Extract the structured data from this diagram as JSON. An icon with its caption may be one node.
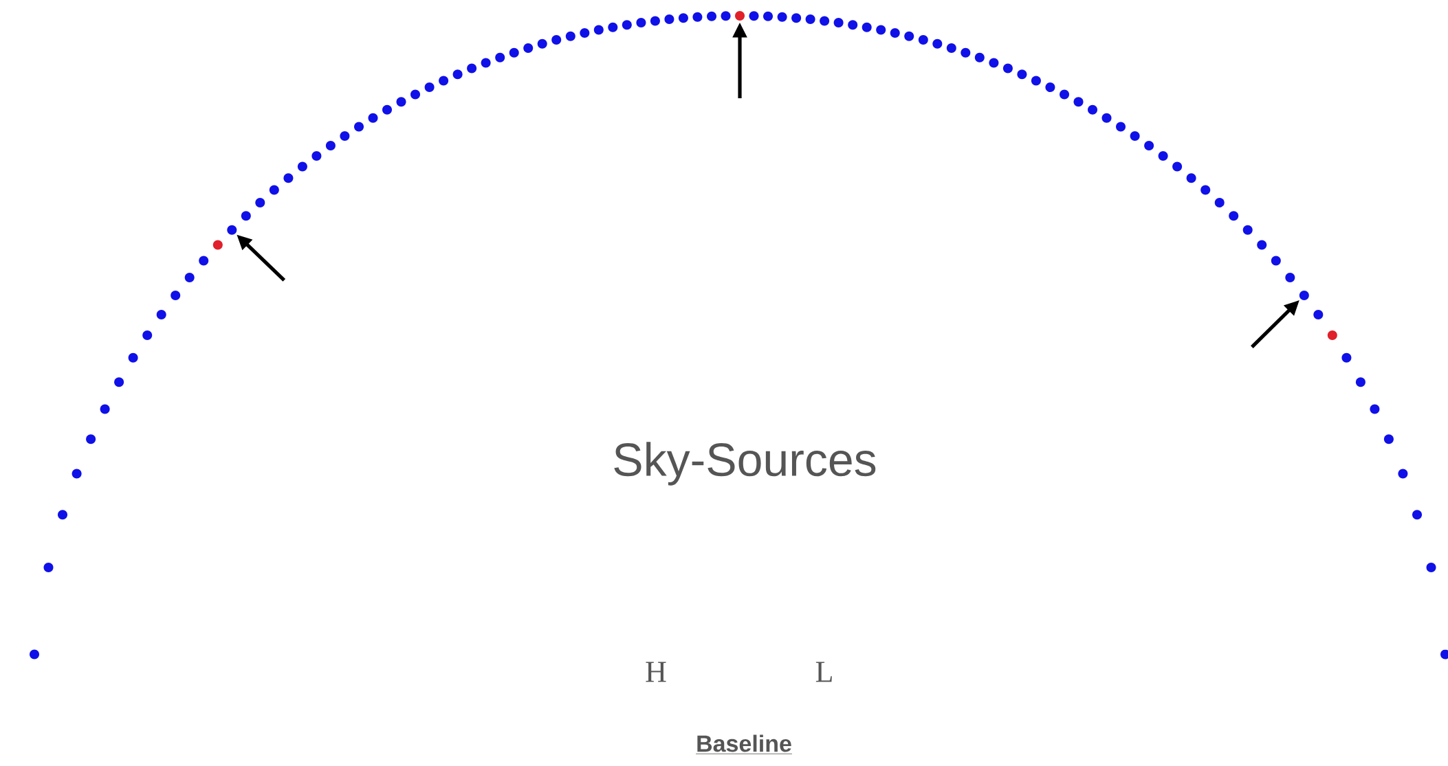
{
  "diagram": {
    "nodes": [
      {
        "text": [],
        "shape": "circle"
      },
      {
        "text": [],
        "shape": "circle"
      },
      {
        "text": [],
        "shape": "circle"
      }
    ],
    "edges": [
      {
        "from": null,
        "to": 0,
        "arrow": "to"
      },
      {
        "from": null,
        "to": 1,
        "arrow": "to"
      },
      {
        "from": null,
        "to": 2,
        "arrow": "to"
      }
    ],
    "labels": [
      "Sky-Sources",
      "H",
      "L",
      "Baseline"
    ]
  }
}
